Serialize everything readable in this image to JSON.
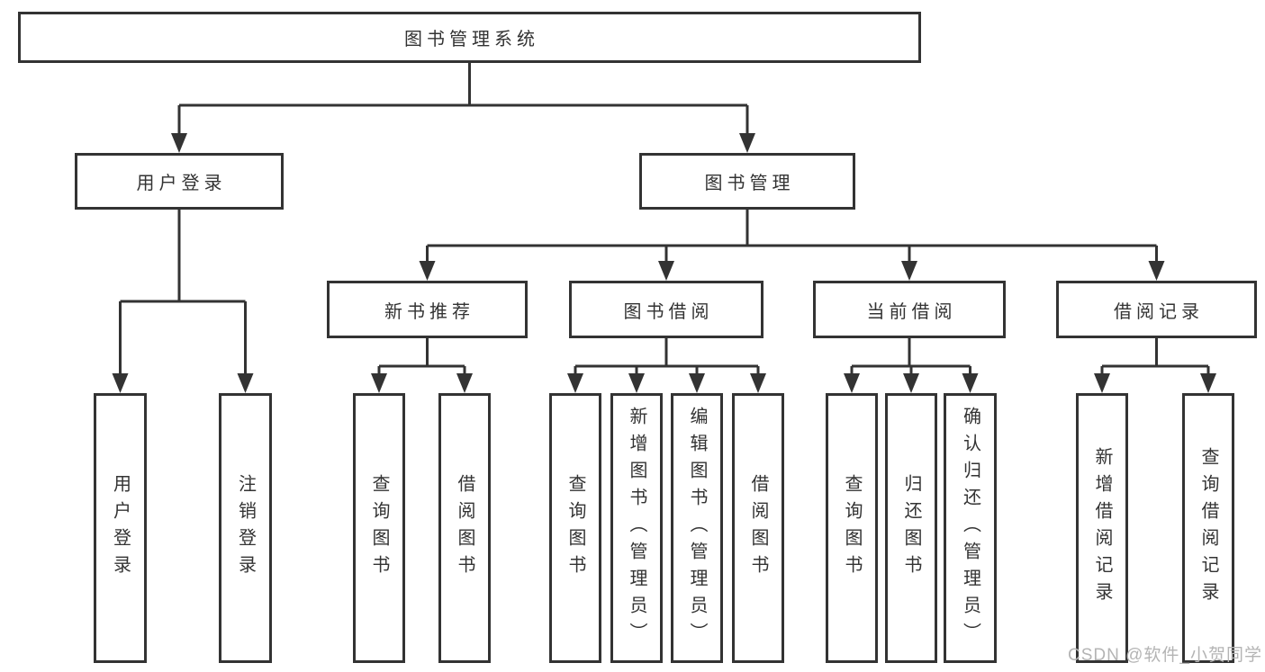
{
  "chart": {
    "root": {
      "label": "图书管理系统"
    },
    "level2": [
      {
        "label": "用户登录",
        "leaves": [
          "用户登录",
          "注销登录"
        ]
      },
      {
        "label": "图书管理",
        "groups": [
          {
            "label": "新书推荐",
            "leaves": [
              "查询图书",
              "借阅图书"
            ]
          },
          {
            "label": "图书借阅",
            "leaves": [
              "查询图书",
              "新增图书（管理员）",
              "编辑图书（管理员）",
              "借阅图书"
            ]
          },
          {
            "label": "当前借阅",
            "leaves": [
              "查询图书",
              "归还图书",
              "确认归还（管理员）"
            ]
          },
          {
            "label": "借阅记录",
            "leaves": [
              "新增借阅记录",
              "查询借阅记录"
            ]
          }
        ]
      }
    ]
  },
  "watermark": {
    "text": "CSDN @软件_小贺同学"
  },
  "colors": {
    "line": "#333333",
    "box_border": "#333333",
    "text": "#333333",
    "watermark": "#b4b4b4",
    "background": "#ffffff"
  }
}
